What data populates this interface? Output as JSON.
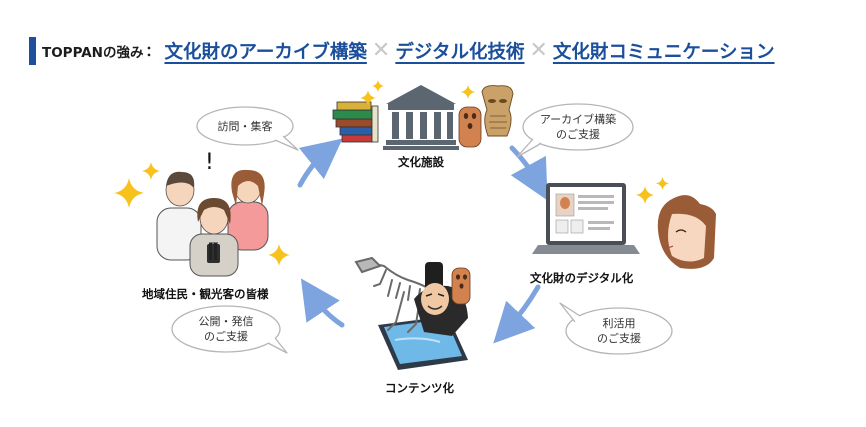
{
  "header": {
    "prefix": "TOPPANの強み",
    "colon": "：",
    "keyword_1": "文化財のアーカイブ構築",
    "keyword_2": "デジタル化技術",
    "keyword_3": "文化財コミュニケーション",
    "separator_icon": "cross-icon"
  },
  "nodes": {
    "facility": "文化施設",
    "digitization": "文化財のデジタル化",
    "content": "コンテンツ化",
    "visitors": "地域住民・観光客の皆様"
  },
  "bubbles": {
    "visit": [
      "訪問・集客"
    ],
    "archive_support": [
      "アーカイブ構築",
      "のご支援"
    ],
    "utilization_support": [
      "利活用",
      "のご支援"
    ],
    "publishing_support": [
      "公開・発信",
      "のご支援"
    ]
  },
  "icons": [
    "museum-building-icon",
    "books-icon",
    "haniwa-icon",
    "dogu-figurine-icon",
    "laptop-icon",
    "woman-face-icon",
    "dinosaur-skeleton-icon",
    "samurai-portrait-icon",
    "smartphone-icon",
    "people-group-icon",
    "sparkle-icon",
    "cycle-arrow-icon"
  ],
  "colors": {
    "header_accent": "#1e4e9c",
    "keyword_blue": "#1b4f9c",
    "cross_gray": "#c8c8c8",
    "arrow_blue": "#7ea4e0",
    "sparkle_yellow": "#f6c21b",
    "bubble_stroke": "#b5b5b5"
  }
}
